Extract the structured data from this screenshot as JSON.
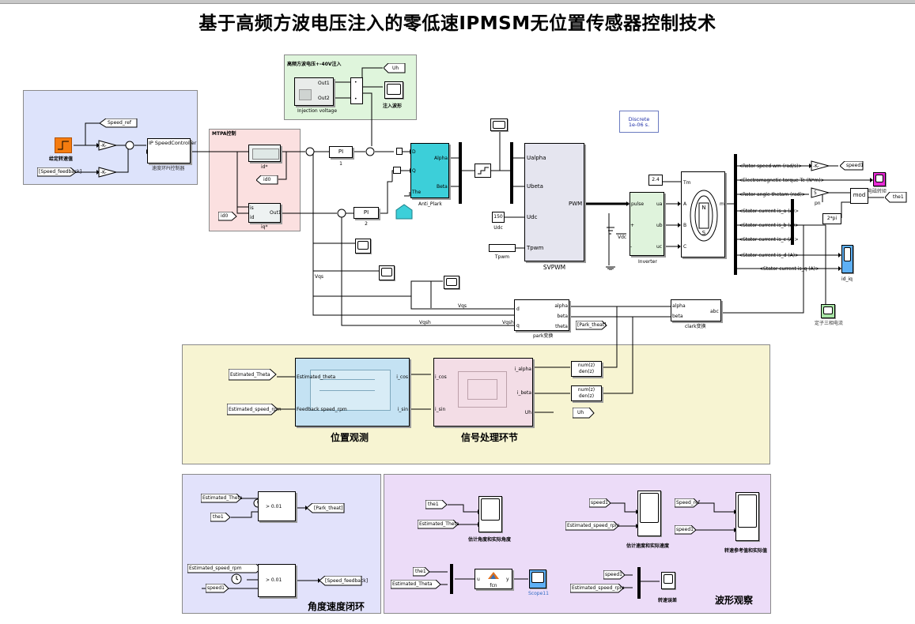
{
  "title": "基于高频方波电压注入的零低速IPMSM无位置传感器控制技术",
  "discrete": {
    "line1": "Discrete",
    "line2": "1e-06 s."
  },
  "speed_loop": {
    "step_label": "给定转速值",
    "speed_ref": "Speed_ref",
    "speed_feedback": "[Speed_feedback]",
    "gain": "-K-",
    "controller": "IP SpeedController",
    "controller_caption": "速度环PI控制器"
  },
  "mtpa": {
    "title": "MTPA控制",
    "id_star": "id*",
    "iq_star": "iq*",
    "id0_tag": "id0",
    "id0_from": "id0",
    "is": "is",
    "id": "id",
    "out1": "Out1"
  },
  "injection": {
    "title": "高频方波电压+-40V注入",
    "block_caption": "Injection voltage",
    "out1": "Out1",
    "out2": "Out2",
    "uh": "Uh",
    "scope_caption": "注入波形"
  },
  "pi": {
    "label": "PI",
    "one": "1",
    "two": "2"
  },
  "anti_park": {
    "caption": "Anti_Plark",
    "d": "D",
    "q": "Q",
    "the": "The",
    "alpha": "Alpha",
    "beta": "Beta"
  },
  "svpwm": {
    "caption": "SVPWM",
    "ualpha": "Ualpha",
    "ubeta": "Ubeta",
    "udc": "Udc",
    "tpwm": "Tpwm",
    "pwm": "PWM",
    "udc_value": "150",
    "udc_caption": "Udc",
    "tpwm_caption": "Tpwm"
  },
  "inverter": {
    "caption": "Inverter",
    "vdc": "Vdc",
    "pulse": "pulse",
    "ua": "ua",
    "ub": "ub",
    "uc": "uc",
    "plus": "+",
    "minus": "-"
  },
  "motor": {
    "tm_value": "2.4",
    "tm": "Tm",
    "a": "A",
    "b": "B",
    "c": "C",
    "m": "m",
    "n": "N",
    "s": "S"
  },
  "signals": {
    "rotor_speed": "<Rotor speed wm (rad/s)>",
    "torque": "<Electromagnetic torque Te (N*m)>",
    "rotor_angle": "<Rotor angle thetam (rad)>",
    "is_a": "<Stator current is_a (A)>",
    "is_b": "<Stator current is_b (A)>",
    "is_c": "<Stator current is_c (A)>",
    "is_d": "<Stator current is_d (A)>",
    "is_q": "<Stator current is_q (A)>"
  },
  "outputs": {
    "speed1": "speed1",
    "gain": "-K-",
    "torque_caption": "电磁转矩",
    "pn": "pn",
    "mod": "mod",
    "twopi": "2*pi",
    "the1": "the1",
    "idiq_caption": "id_iq",
    "three_phase_caption": "定子三相电流",
    "pn_gain": "5"
  },
  "park": {
    "caption": "park变换",
    "d": "d",
    "q": "q",
    "alpha": "alpha",
    "beta": "beta",
    "theta": "theta",
    "goto": "[Park_theat]",
    "vqs": "Vqs",
    "vqsh": "Vqsh"
  },
  "clark": {
    "caption": "clark变换",
    "alpha": "alpha",
    "beta": "beta",
    "abc": "abc"
  },
  "observer": {
    "estimated_theta": "Estimated_Theta",
    "estimated_speed": "Estimated_speed_rpm",
    "est_theta_port": "Estimated_theta",
    "feedback_port": "Feedback speed_rpm",
    "i_cos": "i_cos",
    "i_sin": "i_sin",
    "caption": "位置观测",
    "i_alpha": "i_alpha",
    "i_beta": "i_beta",
    "uh": "Uh",
    "sp_caption": "信号处理环节",
    "num": "num(z)",
    "den": "den(z)"
  },
  "angle_loop": {
    "title": "角度速度闭环",
    "estimated_theta": "Estimated_Theta",
    "the1": "the1",
    "threshold": "> 0.01",
    "park_theat": "[Park_theat]",
    "estimated_speed": "Estimated_speed_rpm",
    "speed1": "speed1",
    "speed_feedback": "[Speed_feedback]"
  },
  "waves": {
    "title": "波形观察",
    "the1": "the1",
    "estimated_theta": "Estimated_Theta",
    "caption1": "估计角度和实际角度",
    "speed1": "speed1",
    "estimated_speed": "Estimated_speed_rpm",
    "caption2": "估计速度和实际速度",
    "speed_ref": "Speed_ref",
    "caption3": "转速参考值和实际值",
    "fcn_label": "fcn",
    "fcn_u": "u",
    "fcn_y": "y",
    "scope11": "Scope11",
    "caption4": "转速误差"
  },
  "colors": {
    "speed_area": "#dde3fb",
    "mtpa_area": "#fbe0e0",
    "injection_area": "#dff5dc",
    "observer_area": "#f7f4d2",
    "angle_area": "#e2e2fb",
    "wave_area": "#ecdcf8",
    "anti_park": "#3ccfd9",
    "svpwm": "#e5e5ef",
    "step": "#f57c0f",
    "torque_scope": "#e82bd6",
    "idiq_scope": "#5eb0f5",
    "three_phase_scope": "#a9e6a6"
  }
}
